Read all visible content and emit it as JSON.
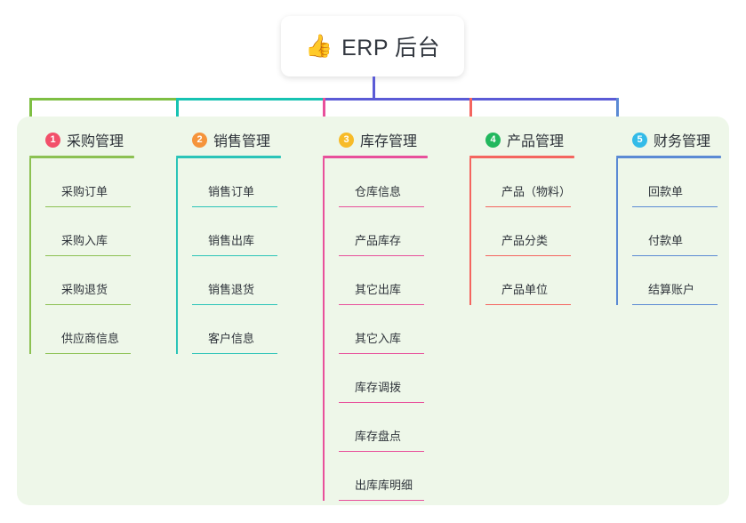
{
  "root": {
    "icon": "thumbs-up-icon",
    "icon_glyph": "👍",
    "title": "ERP 后台"
  },
  "connector": {
    "root_stem_color": "#5b5bd6",
    "bus_segments": [
      {
        "color": "#7ebf43"
      },
      {
        "color": "#17c3b2"
      },
      {
        "color": "#5b5bd6"
      },
      {
        "color": "#5b5bd6"
      },
      {
        "color": "#5b8ad4"
      }
    ]
  },
  "panel": {
    "background": "#eef7e9"
  },
  "columns": [
    {
      "number": "1",
      "title": "采购管理",
      "badge_color": "#f2506a",
      "line_color": "#8cc152",
      "drop_color": "#7ebf43",
      "items": [
        {
          "label": "采购订单"
        },
        {
          "label": "采购入库"
        },
        {
          "label": "采购退货"
        },
        {
          "label": "供应商信息"
        }
      ]
    },
    {
      "number": "2",
      "title": "销售管理",
      "badge_color": "#f5943b",
      "line_color": "#2bc4b8",
      "drop_color": "#17c3b2",
      "items": [
        {
          "label": "销售订单"
        },
        {
          "label": "销售出库"
        },
        {
          "label": "销售退货"
        },
        {
          "label": "客户信息"
        }
      ]
    },
    {
      "number": "3",
      "title": "库存管理",
      "badge_color": "#f7bb28",
      "line_color": "#e8509b",
      "drop_color": "#e8509b",
      "items": [
        {
          "label": "仓库信息"
        },
        {
          "label": "产品库存"
        },
        {
          "label": "其它出库"
        },
        {
          "label": "其它入库"
        },
        {
          "label": "库存调拨"
        },
        {
          "label": "库存盘点"
        },
        {
          "label": "出库库明细"
        }
      ]
    },
    {
      "number": "4",
      "title": "产品管理",
      "badge_color": "#22b85e",
      "line_color": "#f4655f",
      "drop_color": "#f4655f",
      "items": [
        {
          "label": "产品（物料）"
        },
        {
          "label": "产品分类"
        },
        {
          "label": "产品单位"
        }
      ]
    },
    {
      "number": "5",
      "title": "财务管理",
      "badge_color": "#33bbe8",
      "line_color": "#5b8ad4",
      "drop_color": "#5b8ad4",
      "items": [
        {
          "label": "回款单"
        },
        {
          "label": "付款单"
        },
        {
          "label": "结算账户"
        }
      ]
    }
  ]
}
